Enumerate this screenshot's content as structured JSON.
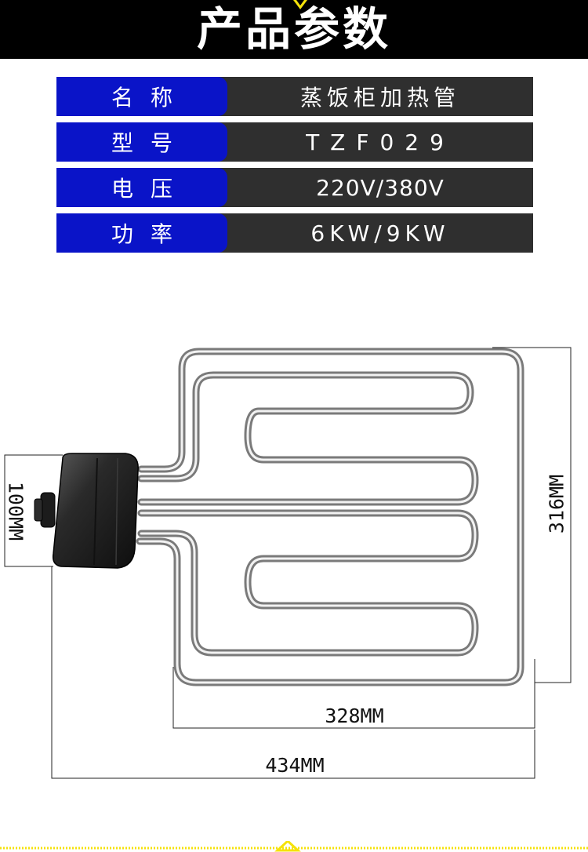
{
  "header": {
    "title": "产品参数"
  },
  "specs": [
    {
      "label": "名称",
      "value": "蒸饭柜加热管"
    },
    {
      "label": "型号",
      "value": "TZF029"
    },
    {
      "label": "电压",
      "value": "220V/380V"
    },
    {
      "label": "功率",
      "value": "6KW/9KW"
    }
  ],
  "dimensions": {
    "height": "316MM",
    "inner_width": "328MM",
    "total_width": "434MM",
    "box_height": "100MM"
  },
  "colors": {
    "header_bg": "#000000",
    "label_bg": "#0a14c8",
    "value_bg": "#2f2f2f",
    "accent": "#f5e20a"
  }
}
